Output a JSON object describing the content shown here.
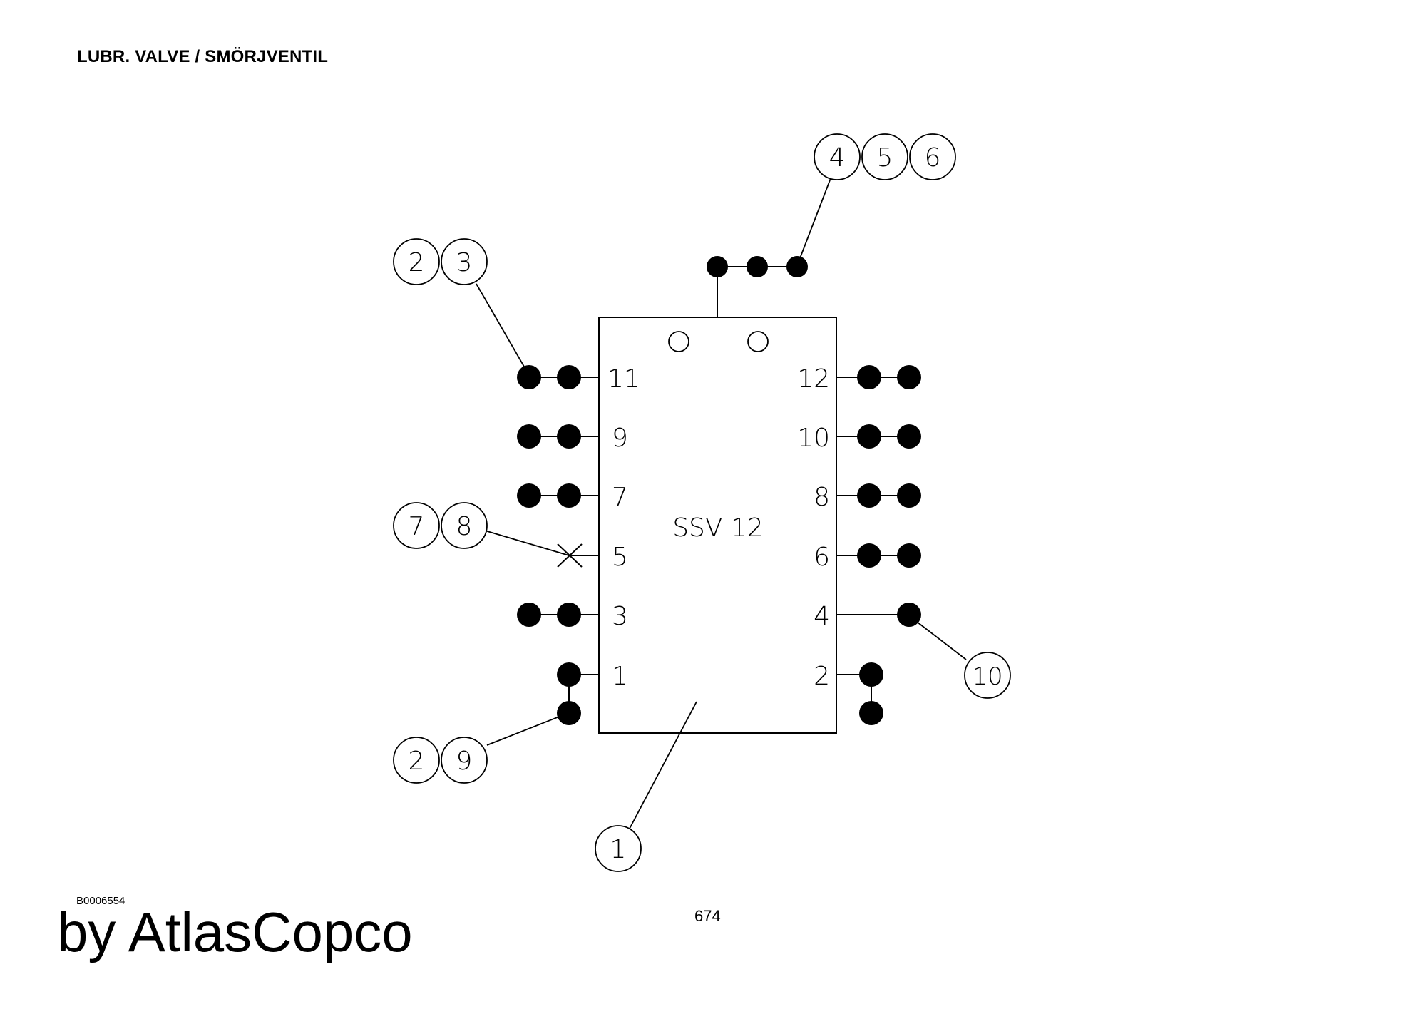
{
  "header": {
    "title": "LUBR. VALVE / SMÖRJVENTIL"
  },
  "footer": {
    "doc_id": "B0006554",
    "brand": "by AtlasCopco",
    "page_number": "674"
  },
  "diagram": {
    "component_label": "SSV 12",
    "left_ports": [
      "11",
      "9",
      "7",
      "5",
      "3",
      "1"
    ],
    "right_ports": [
      "12",
      "10",
      "8",
      "6",
      "4",
      "2"
    ],
    "callouts": {
      "c1": "1",
      "c2a": "2",
      "c3": "3",
      "c4": "4",
      "c5": "5",
      "c6": "6",
      "c7": "7",
      "c8": "8",
      "c2b": "2",
      "c9": "9",
      "c10": "10"
    }
  }
}
